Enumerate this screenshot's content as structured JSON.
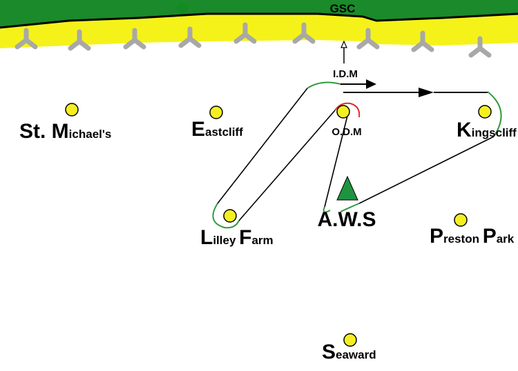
{
  "coast": {
    "label": "GSC",
    "colors": {
      "land": "#1a8a2a",
      "sand": "#f5f21a",
      "outline": "#000000",
      "groyne": "#a8a8a8"
    }
  },
  "markers": {
    "idm": "I.D.M",
    "odm": "O.D.M",
    "aws": "A.W.S"
  },
  "locations": {
    "st_michaels": {
      "cap": "St. M",
      "rest": "ichael's"
    },
    "eastcliff": {
      "cap": "E",
      "rest": "astcliff"
    },
    "kingscliff": {
      "cap": "K",
      "rest": "ingscliff"
    },
    "lilley_farm": {
      "cap1": "L",
      "rest1": "illey ",
      "cap2": "F",
      "rest2": "arm"
    },
    "preston_park": {
      "cap1": "P",
      "rest1": "reston ",
      "cap2": "P",
      "rest2": "ark"
    },
    "seaward": {
      "cap": "S",
      "rest": "eaward"
    }
  },
  "colors": {
    "buoy": "#f5ef22",
    "buoy_outline": "#000000",
    "route_green": "#2e9a3c",
    "route_red": "#d63030",
    "aws_marker": "#1f9440"
  }
}
